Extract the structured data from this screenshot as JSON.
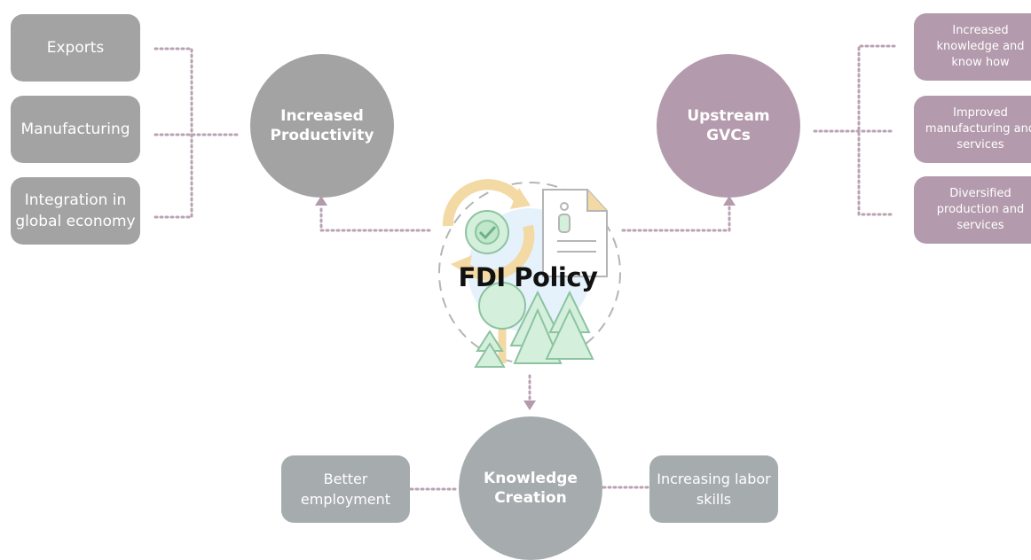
{
  "center": {
    "title": "FDI Policy"
  },
  "left_boxes": [
    "Exports",
    "Manufacturing",
    "Integration in\nglobal economy"
  ],
  "productivity": "Increased\nProductivity",
  "upstream": "Upstream\nGVCs",
  "right_boxes": [
    "Increased\nknowledge and\nknow how",
    "Improved\nmanufacturing and\nservices",
    "Diversified\nproduction and\nservices"
  ],
  "knowledge": "Knowledge\nCreation",
  "bottom_boxes": [
    "Better\nemployment",
    "Increasing labor\nskills"
  ],
  "colors": {
    "gray": "#a3a3a3",
    "mauve": "#b39aac",
    "slate": "#a6abad",
    "dots": "#b39aac"
  }
}
